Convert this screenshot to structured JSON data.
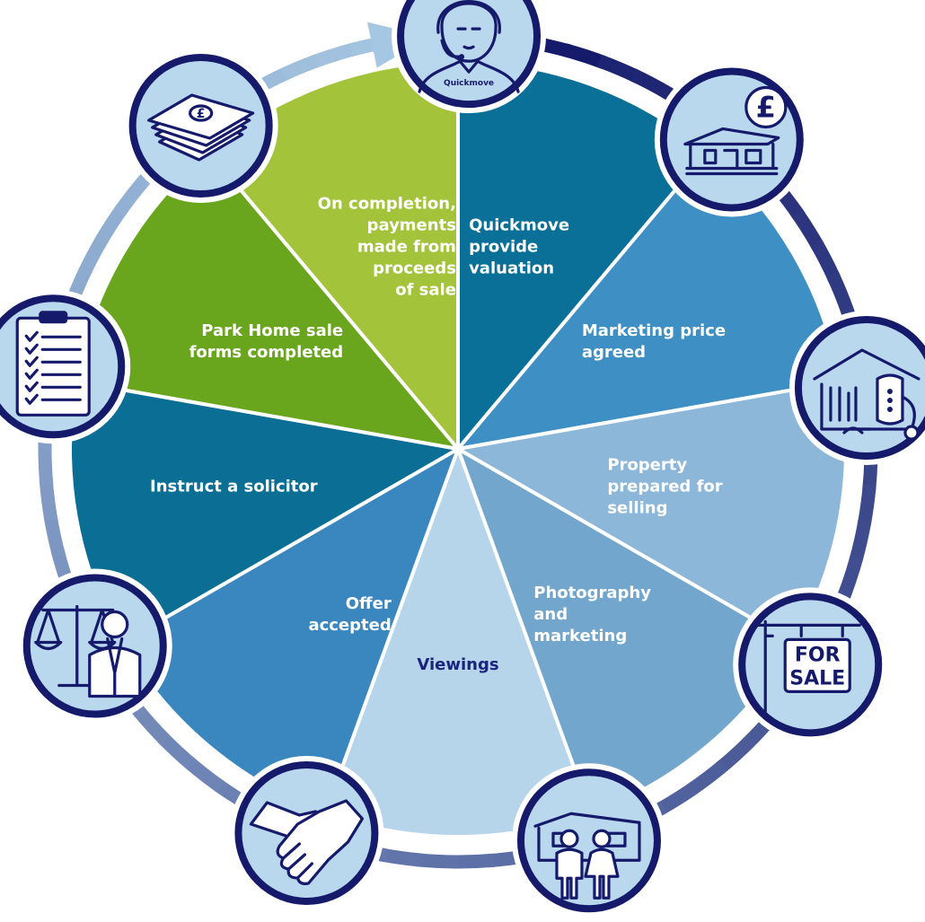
{
  "diagram": {
    "steps": [
      {
        "id": "valuation",
        "label_lines": [
          "Quickmove",
          "provide",
          "valuation"
        ],
        "color": "#0b7098",
        "icon": "headset-agent-icon",
        "align": "start"
      },
      {
        "id": "price",
        "label_lines": [
          "Marketing price",
          "agreed"
        ],
        "color": "#3e8fc3",
        "icon": "park-home-price-icon",
        "align": "start"
      },
      {
        "id": "prepared",
        "label_lines": [
          "Property",
          "prepared for",
          "selling"
        ],
        "color": "#8db7d8",
        "icon": "cleaning-home-icon",
        "align": "start"
      },
      {
        "id": "photo",
        "label_lines": [
          "Photography",
          "and",
          "marketing"
        ],
        "color": "#73a6cd",
        "icon": "for-sale-sign-icon",
        "align": "start"
      },
      {
        "id": "viewings",
        "label_lines": [
          "Viewings"
        ],
        "color": "#b6d5ea",
        "icon": "viewing-couple-icon",
        "align": "middle",
        "dark": true
      },
      {
        "id": "offer",
        "label_lines": [
          "Offer",
          "accepted"
        ],
        "color": "#3a87bf",
        "icon": "handshake-icon",
        "align": "end"
      },
      {
        "id": "solicitor",
        "label_lines": [
          "Instruct a solicitor"
        ],
        "color": "#0b6e94",
        "icon": "scales-solicitor-icon",
        "align": "end"
      },
      {
        "id": "forms",
        "label_lines": [
          "Park Home sale",
          "forms completed"
        ],
        "color": "#6aa51e",
        "icon": "clipboard-checklist-icon",
        "align": "end"
      },
      {
        "id": "completion",
        "label_lines": [
          "On completion,",
          "payments",
          "made from",
          "proceeds",
          "of sale"
        ],
        "color": "#a2c33a",
        "icon": "cash-stack-icon",
        "align": "end"
      }
    ],
    "ring_colors": {
      "start": "#151a6b",
      "end": "#a9cbe6"
    },
    "brand_text": "Quickmove",
    "pound_symbol": "£",
    "for_sale_lines": [
      "FOR",
      "SALE"
    ]
  }
}
